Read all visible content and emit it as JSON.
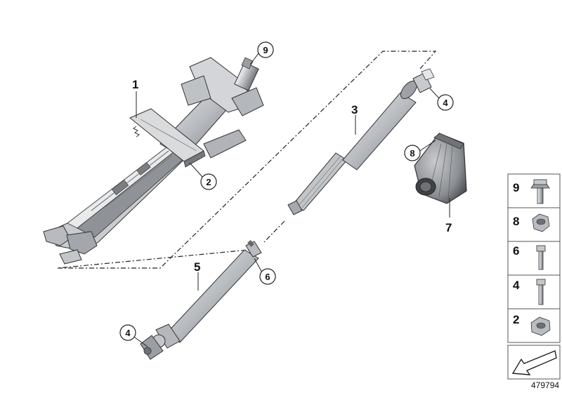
{
  "diagram": {
    "part_labels": {
      "p1": "1",
      "p3": "3",
      "p5": "5",
      "p7": "7"
    },
    "callouts": {
      "c9": "9",
      "c2": "2",
      "c4_top": "4",
      "c8": "8",
      "c6": "6",
      "c4_bottom": "4"
    },
    "legend": {
      "items": [
        {
          "number": "9",
          "icon": "flange-bolt-icon"
        },
        {
          "number": "8",
          "icon": "hex-nut-icon"
        },
        {
          "number": "6",
          "icon": "short-bolt-icon"
        },
        {
          "number": "4",
          "icon": "long-bolt-icon"
        },
        {
          "number": "2",
          "icon": "hex-nut-icon"
        }
      ]
    },
    "document_number": "479794"
  },
  "colors": {
    "part_light": "#d7d9db",
    "part_mid": "#a9acb0",
    "part_dark": "#5f6266",
    "outline": "#222222",
    "legend_border": "#555555"
  }
}
